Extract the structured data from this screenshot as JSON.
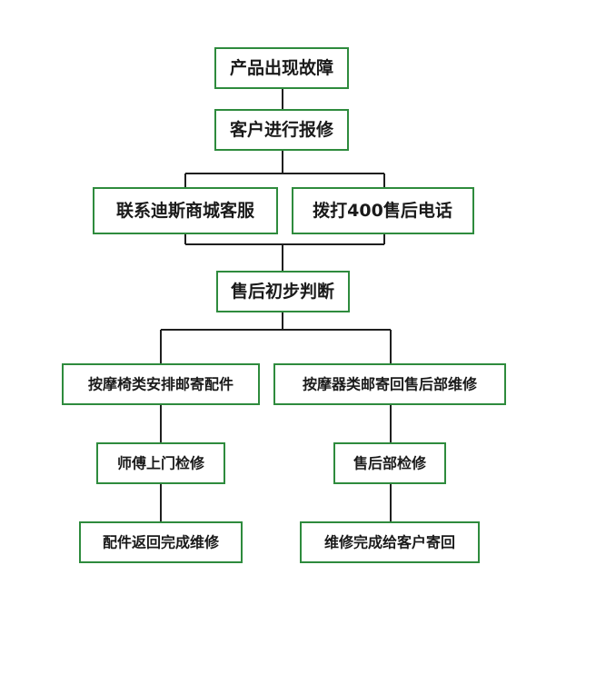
{
  "diagram": {
    "nodes": {
      "fault": "产品出现故障",
      "report": "客户进行报修",
      "contact_service": "联系迪斯商城客服",
      "call_hotline": "拨打400售后电话",
      "initial_judgement": "售后初步判断",
      "chair_parts": "按摩椅类安排邮寄配件",
      "device_mail_back": "按摩器类邮寄回售后部维修",
      "onsite_repair": "师傅上门检修",
      "dept_repair": "售后部检修",
      "parts_return": "配件返回完成维修",
      "repair_return": "维修完成给客户寄回"
    },
    "colors": {
      "node_border": "#2e8b3d",
      "connector": "#1f1f1f",
      "text": "#1a1a1a",
      "background": "#ffffff"
    }
  }
}
